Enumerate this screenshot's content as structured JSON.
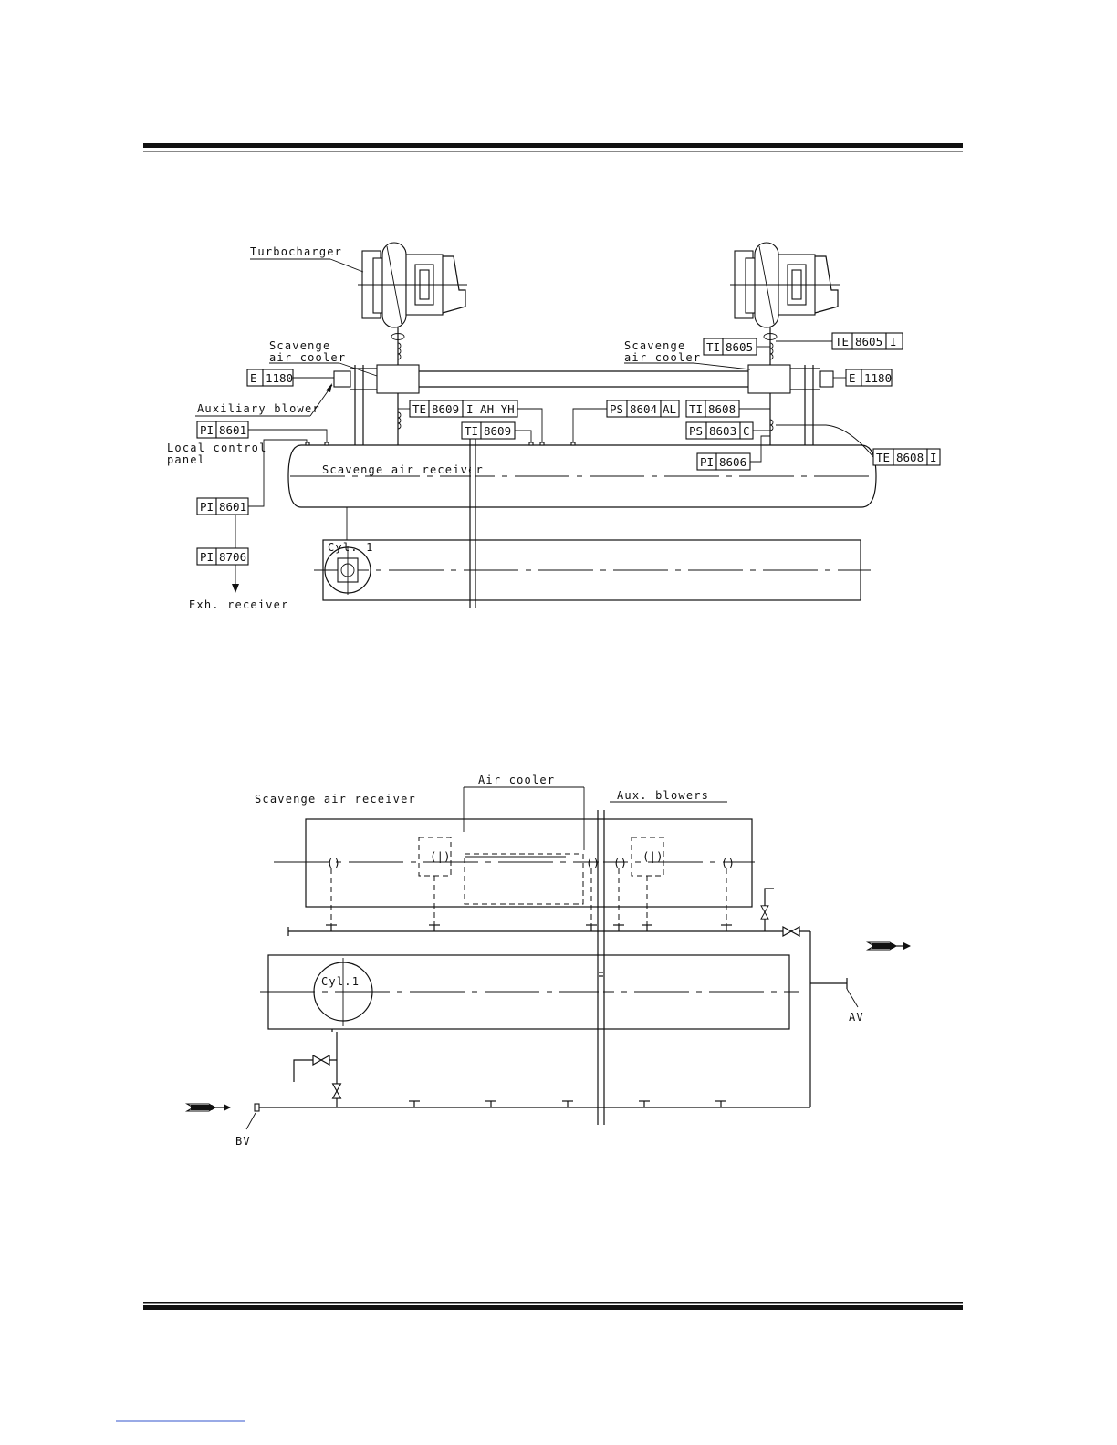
{
  "top_diagram": {
    "labels": {
      "turbocharger": "Turbocharger",
      "scavenge_air_cooler_1a": "Scavenge",
      "scavenge_air_cooler_1b": "air cooler",
      "scavenge_air_cooler_2a": "Scavenge",
      "scavenge_air_cooler_2b": "air cooler",
      "auxiliary_blower": "Auxiliary blower",
      "local_control_panel_1": "Local control",
      "local_control_panel_2": "panel",
      "scavenge_air_receiver": "Scavenge air receiver",
      "cylinder": "Cyl. 1",
      "exh_receiver": "Exh. receiver"
    },
    "tags": {
      "e1180_left": [
        "E",
        "1180"
      ],
      "e1180_right": [
        "E",
        "1180"
      ],
      "pi8601_a": [
        "PI",
        "8601"
      ],
      "pi8601_b": [
        "PI",
        "8601"
      ],
      "pi8706": [
        "PI",
        "8706"
      ],
      "te8609": [
        "TE",
        "8609",
        "I AH YH"
      ],
      "ti8609": [
        "TI",
        "8609"
      ],
      "ps8604": [
        "PS",
        "8604",
        "AL"
      ],
      "ti8608": [
        "TI",
        "8608"
      ],
      "ps8603": [
        "PS",
        "8603",
        "C"
      ],
      "pi8606": [
        "PI",
        "8606"
      ],
      "ti8605": [
        "TI",
        "8605"
      ],
      "te8605": [
        "TE",
        "8605",
        "I"
      ],
      "te8608": [
        "TE",
        "8608",
        "I"
      ]
    }
  },
  "bottom_diagram": {
    "labels": {
      "scavenge_air_receiver": "Scavenge air receiver",
      "air_cooler": "Air cooler",
      "aux_blowers": "Aux. blowers",
      "cylinder": "Cyl.1",
      "av": "AV",
      "bv": "BV"
    }
  }
}
